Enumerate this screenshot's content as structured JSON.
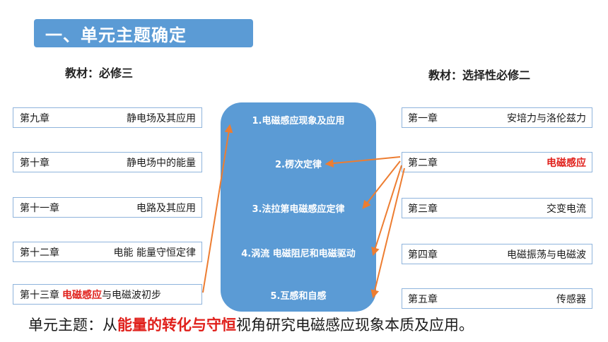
{
  "title": "一、单元主题确定",
  "left_book_label": "教材：必修三",
  "right_book_label": "教材：选择性必修二",
  "left_chapters": [
    {
      "chapter": "第九章",
      "name": "静电场及其应用"
    },
    {
      "chapter": "第十章",
      "name": "静电场中的能量"
    },
    {
      "chapter": "第十一章",
      "name": "电路及其应用"
    },
    {
      "chapter": "第十二章",
      "name": "电能 能量守恒定律"
    },
    {
      "chapter": "第十三章",
      "name_highlight": "电磁感应",
      "name_rest": "与电磁波初步"
    }
  ],
  "right_chapters": [
    {
      "chapter": "第一章",
      "name": "安培力与洛伦兹力"
    },
    {
      "chapter": "第二章",
      "name": "电磁感应"
    },
    {
      "chapter": "第三章",
      "name": "交变电流"
    },
    {
      "chapter": "第四章",
      "name": "电磁振荡与电磁波"
    },
    {
      "chapter": "第五章",
      "name": "传感器"
    }
  ],
  "topics": [
    "1.电磁感应现象及应用",
    "2.楞次定律",
    "3.法拉第电磁感应定律",
    "4.涡流 电磁阻尼和电磁驱动",
    "5.互感和自感"
  ],
  "summary": {
    "prefix": "单元主题：从",
    "highlight": "能量的转化与守恒",
    "suffix": "视角研究电磁感应现象本质及应用。"
  },
  "colors": {
    "banner": "#5b9bd5",
    "panel": "#5b9bd5",
    "arrow": "#ed7d31",
    "highlight": "#e0201b",
    "box_border": "#8fb4dc"
  }
}
